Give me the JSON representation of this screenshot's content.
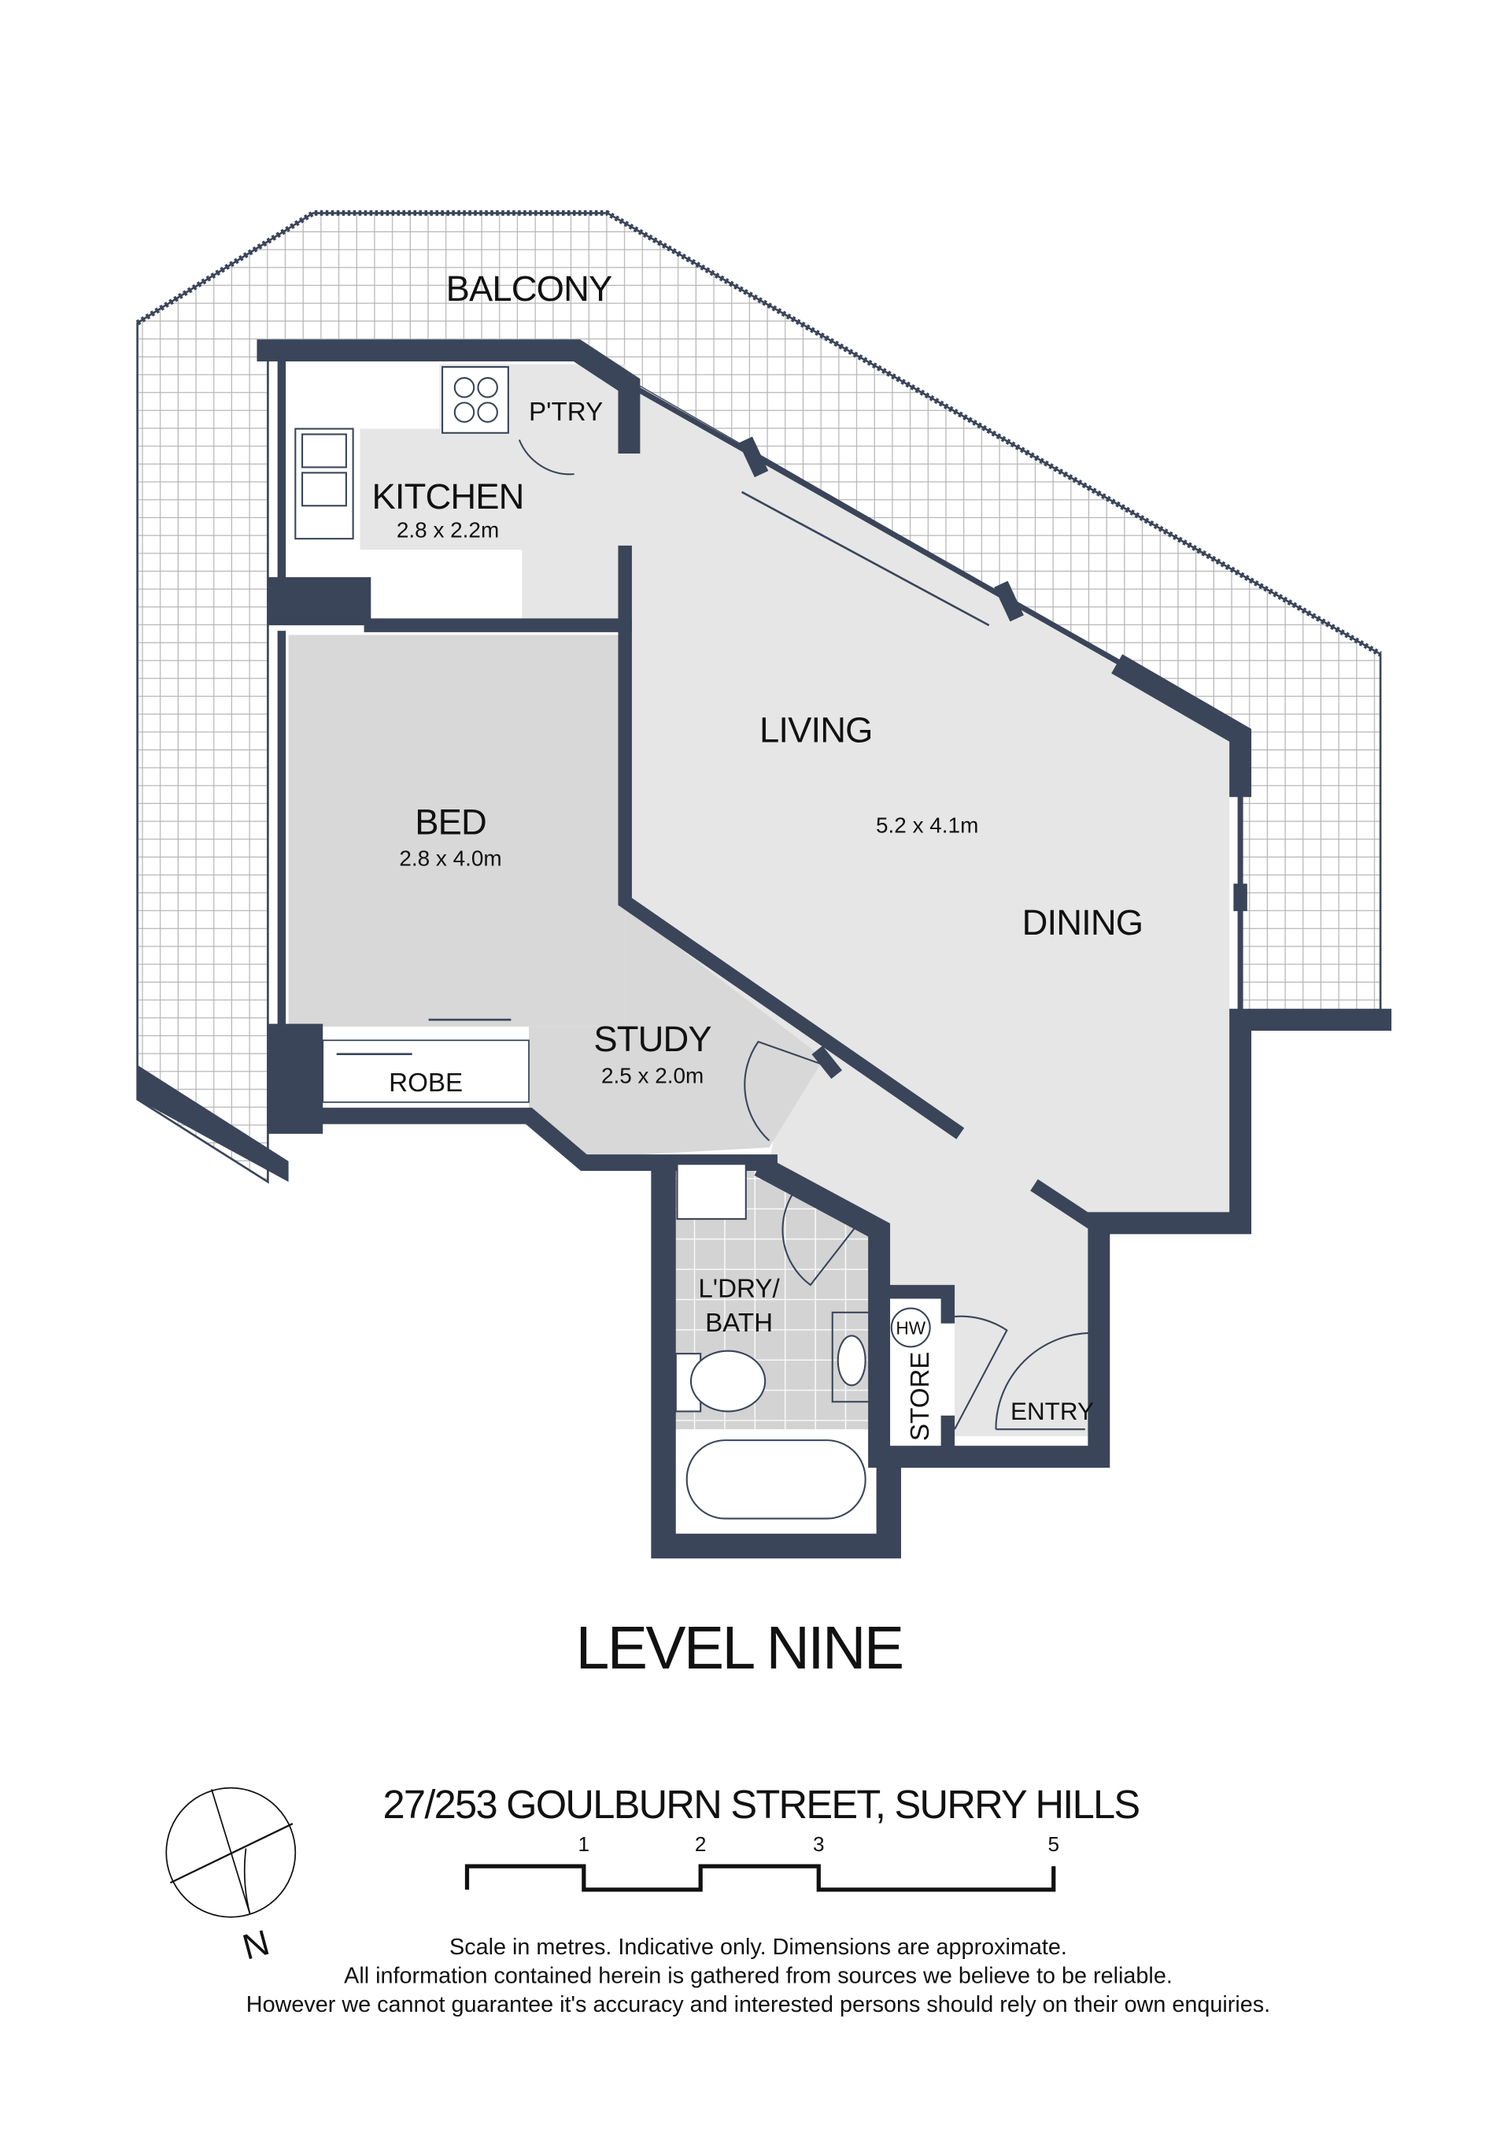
{
  "plan": {
    "title": "LEVEL NINE",
    "address": "27/253 GOULBURN STREET, SURRY HILLS",
    "rooms": {
      "balcony": {
        "name": "BALCONY"
      },
      "kitchen": {
        "name": "KITCHEN",
        "dims": "2.8 x 2.2m"
      },
      "pantry": {
        "name": "P'TRY"
      },
      "living": {
        "name": "LIVING",
        "dims": "5.2 x 4.1m"
      },
      "dining": {
        "name": "DINING"
      },
      "bed": {
        "name": "BED",
        "dims": "2.8 x 4.0m"
      },
      "robe": {
        "name": "ROBE"
      },
      "study": {
        "name": "STUDY",
        "dims": "2.5 x 2.0m"
      },
      "laundry_bath": {
        "name_line1": "L'DRY/",
        "name_line2": "BATH"
      },
      "store": {
        "name": "STORE"
      },
      "hot_water": {
        "name": "HW"
      },
      "entry": {
        "name": "ENTRY"
      }
    },
    "compass": {
      "label": "N"
    },
    "scale": {
      "ticks": [
        "1",
        "2",
        "3",
        "5"
      ]
    },
    "disclaimer": [
      "Scale in metres. Indicative only. Dimensions are approximate.",
      "All information contained herein is gathered from sources we believe to be reliable.",
      "However we cannot guarantee it's accuracy and interested persons should rely on their own enquiries."
    ],
    "colors": {
      "wall": "#3a4559",
      "floor_light": "#e6e6e6",
      "floor_dark": "#d8d8d8"
    }
  }
}
